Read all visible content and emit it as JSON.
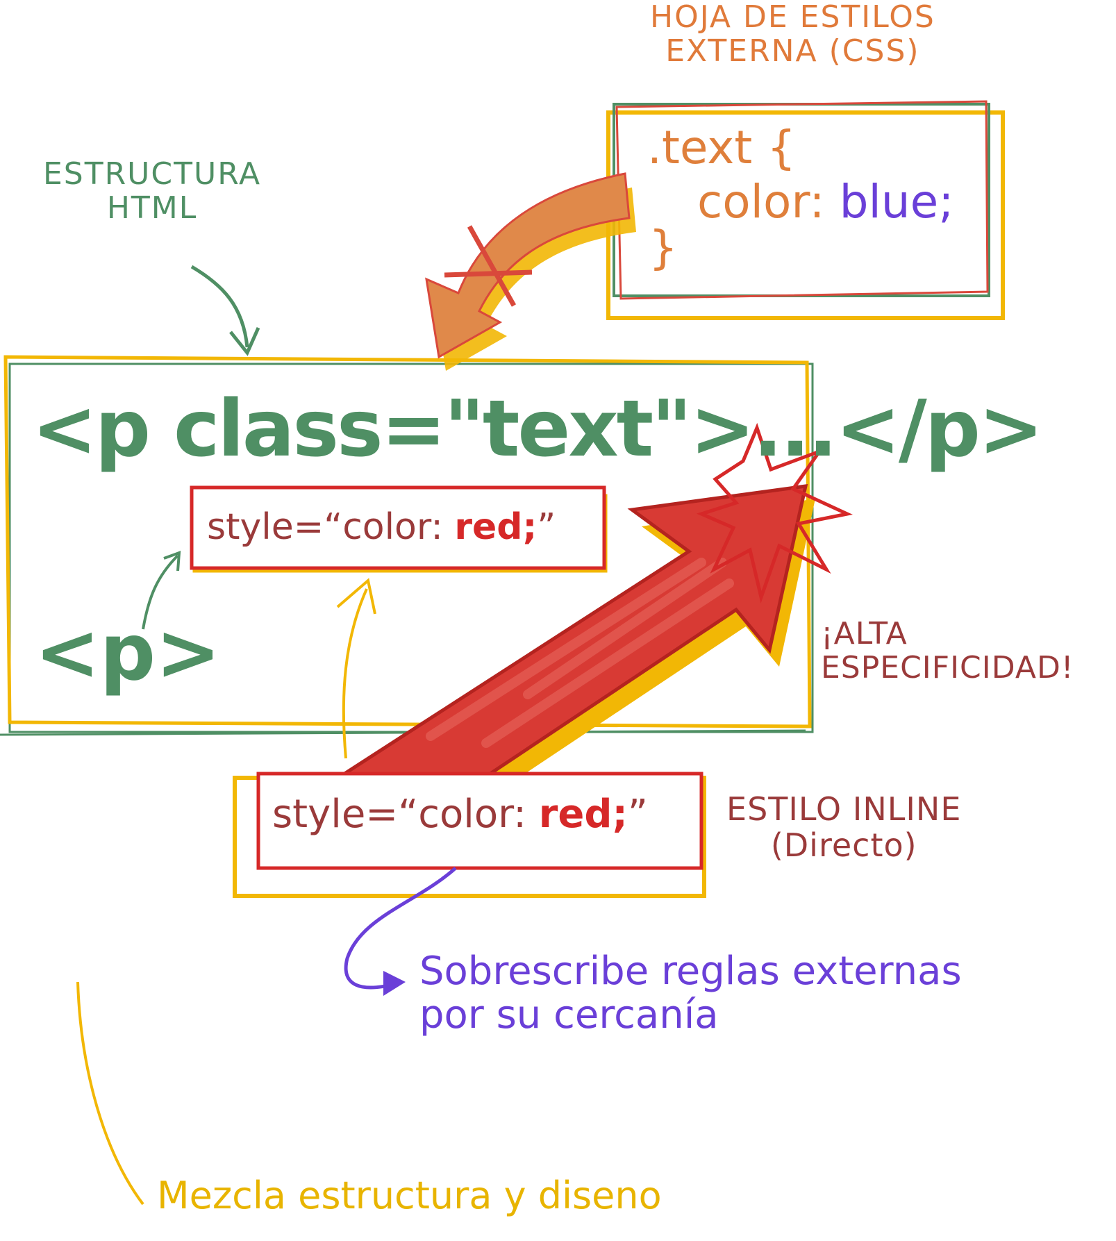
{
  "css_sheet": {
    "title_line1": "HOJA DE ESTILOS",
    "title_line2": "EXTERNA (CSS)",
    "line1": ".text {",
    "line2_prop": "color: ",
    "line2_value": "blue;",
    "line3": "}"
  },
  "html_block": {
    "title_line1": "ESTRUCTURA",
    "title_line2": "HTML",
    "tag_line": "<p class=\"text\">...</p>",
    "p_tag": "<p>"
  },
  "inline_small": {
    "prefix": "style=“color: ",
    "value": "red;",
    "suffix": "”"
  },
  "inline_big": {
    "prefix": "style=“color: ",
    "value": "red;",
    "suffix": "”"
  },
  "specificity": {
    "line1": "¡ALTA",
    "line2": "ESPECIFICIDAD!"
  },
  "inline_label": {
    "line1": "ESTILO INLINE",
    "line2": "(Directo)"
  },
  "override_note": {
    "line1": "Sobrescribe reglas externas",
    "line2": "por su cercanía"
  },
  "mix_note": "Mezcla estructura y diseno",
  "colors": {
    "green": "#4f8f64",
    "orange": "#df7f3b",
    "yellow": "#f2b705",
    "red": "#d62828",
    "dark_red": "#9a3a3a",
    "purple": "#6a3fd8"
  }
}
